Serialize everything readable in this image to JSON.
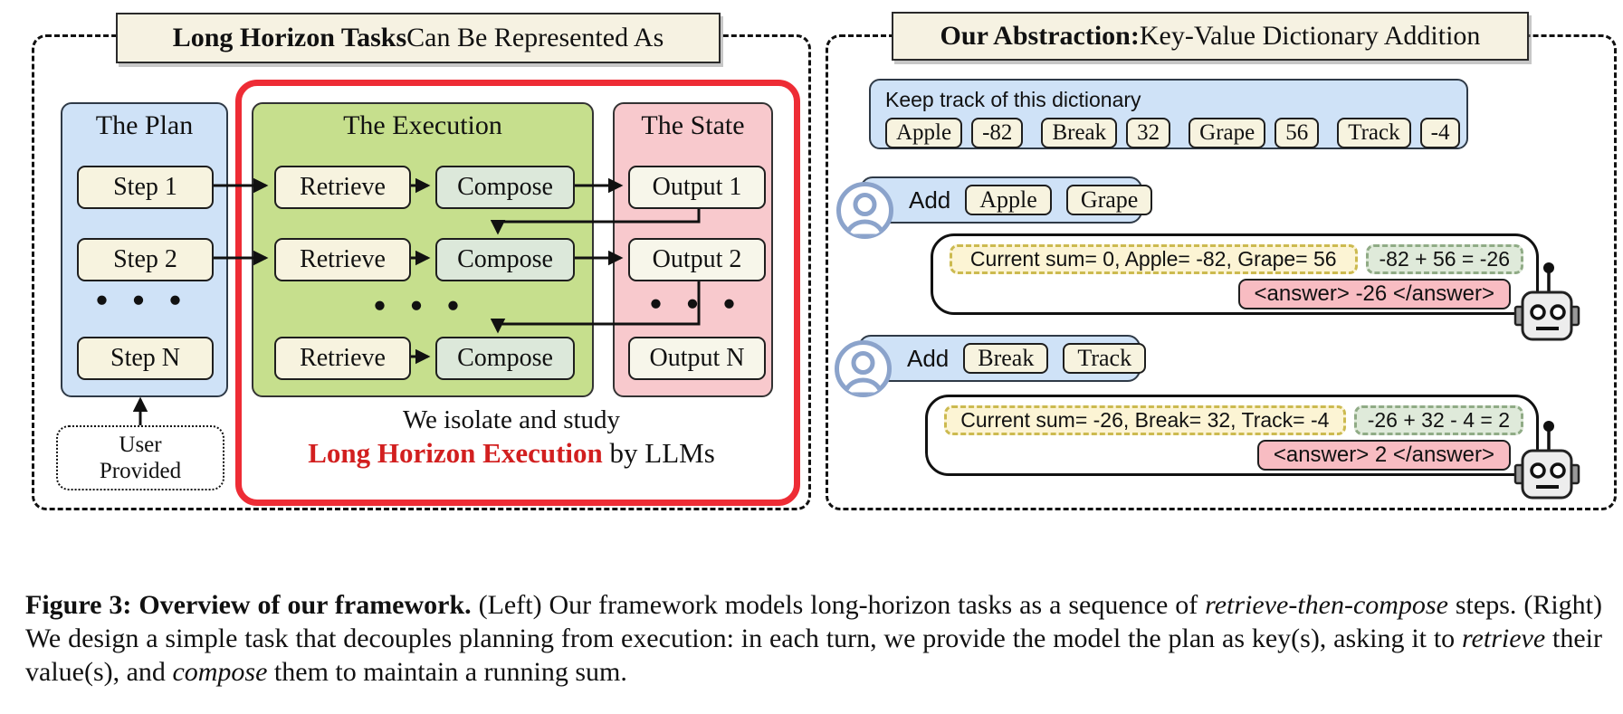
{
  "figure": {
    "left": {
      "title_bold": "Long Horizon Tasks",
      "title_rest": " Can Be Represented As",
      "plan": {
        "title": "The Plan",
        "steps": [
          "Step 1",
          "Step 2",
          "Step N"
        ],
        "dots": "● ● ●"
      },
      "execution": {
        "title": "The Execution",
        "retrieve": "Retrieve",
        "compose": "Compose",
        "dots": "● ● ●"
      },
      "state": {
        "title": "The State",
        "outputs": [
          "Output 1",
          "Output 2",
          "Output N"
        ],
        "dots": "● ● ●"
      },
      "isolate_line1": "We isolate and study",
      "isolate_red": "Long Horizon Execution",
      "isolate_rest": " by LLMs",
      "user_provided_line1": "User",
      "user_provided_line2": "Provided"
    },
    "right": {
      "title_bold": "Our Abstraction:",
      "title_rest": " Key-Value Dictionary Addition",
      "dictionary": {
        "label": "Keep track of this dictionary",
        "entries": [
          "Apple",
          "-82",
          "Break",
          "32",
          "Grape",
          "56",
          "Track",
          "-4"
        ]
      },
      "turn1": {
        "add_label": "Add",
        "keys": [
          "Apple",
          "Grape"
        ],
        "reasoning": "Current sum= 0, Apple= -82, Grape= 56",
        "calc": "-82 + 56 = -26",
        "answer": "<answer> -26 </answer>"
      },
      "turn2": {
        "add_label": "Add",
        "keys": [
          "Break",
          "Track"
        ],
        "reasoning": "Current sum= -26, Break= 32, Track= -4",
        "calc": "-26 + 32 - 4 = 2",
        "answer": "<answer> 2 </answer>"
      }
    }
  },
  "caption": {
    "bold": "Figure 3: Overview of our framework.",
    "seg1": " (Left) Our framework models long-horizon tasks as a sequence of ",
    "italic1": "retrieve-then-compose",
    "seg2": " steps. (Right) We design a simple task that decouples planning from execution: in each turn, we provide the model the plan as key(s), asking it to ",
    "italic2": "retrieve",
    "seg3": " their value(s), and ",
    "italic3": "compose",
    "seg4": " them to maintain a running sum."
  },
  "colors": {
    "red_accent": "#ee2c35",
    "red_text": "#d21f1f",
    "blue_fill": "#cfe2f7",
    "green_fill": "#c6df8d",
    "compose_fill": "#dce8da",
    "pink_fill": "#f8c9cd",
    "cream_fill": "#f7f3df",
    "yellow_note": "#fcf4d4",
    "green_note": "#dfeada",
    "answer_pink": "#f8bcc2"
  }
}
